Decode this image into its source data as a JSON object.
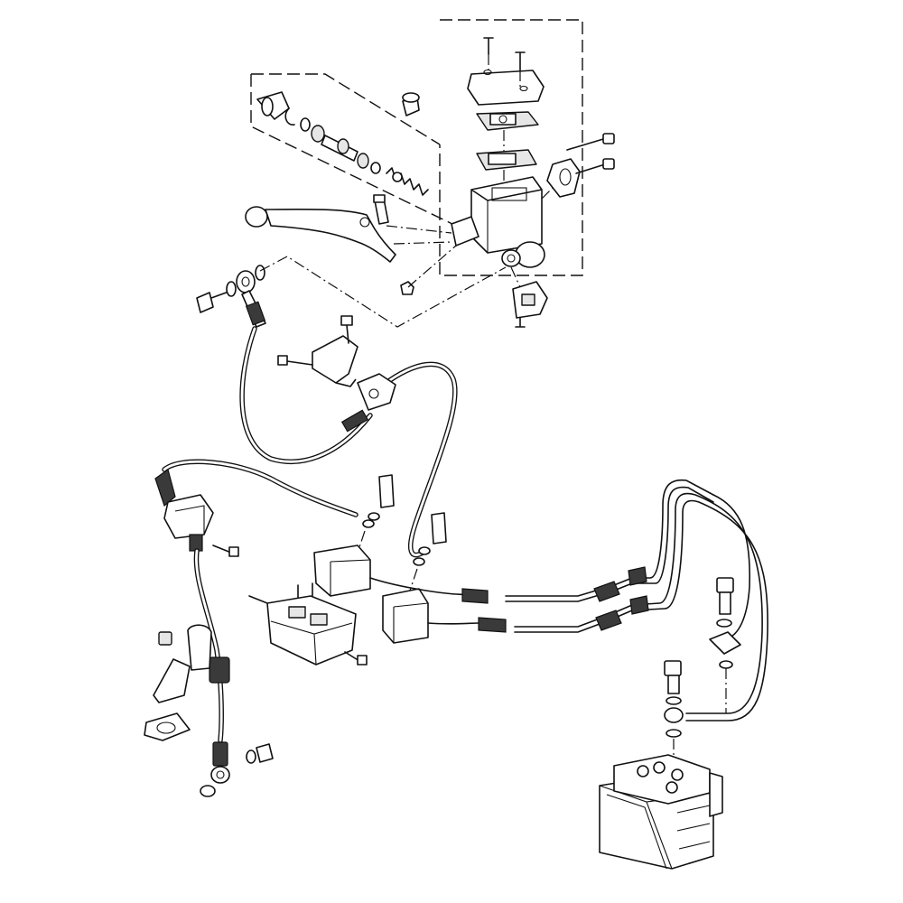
{
  "diagram": {
    "kind": "exploded parts view",
    "palette": {
      "line": "#111111",
      "fill": "#ffffff",
      "shade": "#e6e6e6",
      "dark": "#3a3a3a"
    },
    "groups": [
      "master-cylinder-assembly",
      "brake-lever",
      "upper-hose-with-banjo",
      "hose-clamp",
      "cable-joint",
      "distribution-blocks",
      "left-hose-with-joint",
      "lower-left-hose",
      "rigid-brake-lines",
      "abs-unit"
    ]
  }
}
